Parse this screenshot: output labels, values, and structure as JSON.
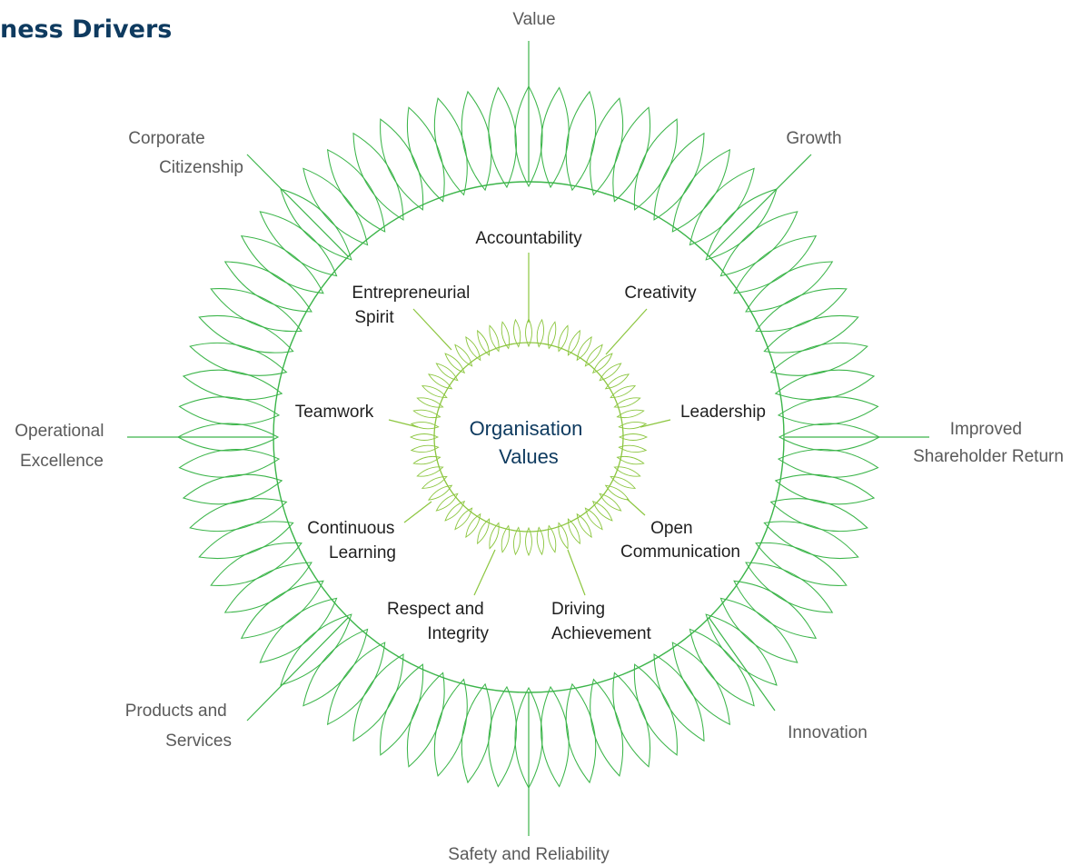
{
  "title": "ness Drivers",
  "center": {
    "line1": "Organisation",
    "line2": "Values"
  },
  "business_drivers": [
    {
      "id": "value",
      "lines": [
        "Value"
      ]
    },
    {
      "id": "growth",
      "lines": [
        "Growth"
      ]
    },
    {
      "id": "improved-shareholder-return",
      "lines": [
        "Improved",
        "Shareholder Return"
      ]
    },
    {
      "id": "innovation",
      "lines": [
        "Innovation"
      ]
    },
    {
      "id": "safety-and-reliability",
      "lines": [
        "Safety and Reliability"
      ]
    },
    {
      "id": "products-and-services",
      "lines": [
        "Products and",
        "Services"
      ]
    },
    {
      "id": "operational-excellence",
      "lines": [
        "Operational",
        "Excellence"
      ]
    },
    {
      "id": "corporate-citizenship",
      "lines": [
        "Corporate",
        "Citizenship"
      ]
    }
  ],
  "organisation_values": [
    {
      "id": "accountability",
      "lines": [
        "Accountability"
      ]
    },
    {
      "id": "creativity",
      "lines": [
        "Creativity"
      ]
    },
    {
      "id": "leadership",
      "lines": [
        "Leadership"
      ]
    },
    {
      "id": "open-communication",
      "lines": [
        "Open",
        "Communication"
      ]
    },
    {
      "id": "driving-achievement",
      "lines": [
        "Driving",
        "Achievement"
      ]
    },
    {
      "id": "respect-and-integrity",
      "lines": [
        "Respect and",
        "Integrity"
      ]
    },
    {
      "id": "continuous-learning",
      "lines": [
        "Continuous",
        "Learning"
      ]
    },
    {
      "id": "teamwork",
      "lines": [
        "Teamwork"
      ]
    },
    {
      "id": "entrepreneurial-spirit",
      "lines": [
        "Entrepreneurial",
        "Spirit"
      ]
    }
  ],
  "colors": {
    "outer_green": "#3cb54a",
    "inner_green": "#8cc63f",
    "navy": "#0e3a5f"
  }
}
